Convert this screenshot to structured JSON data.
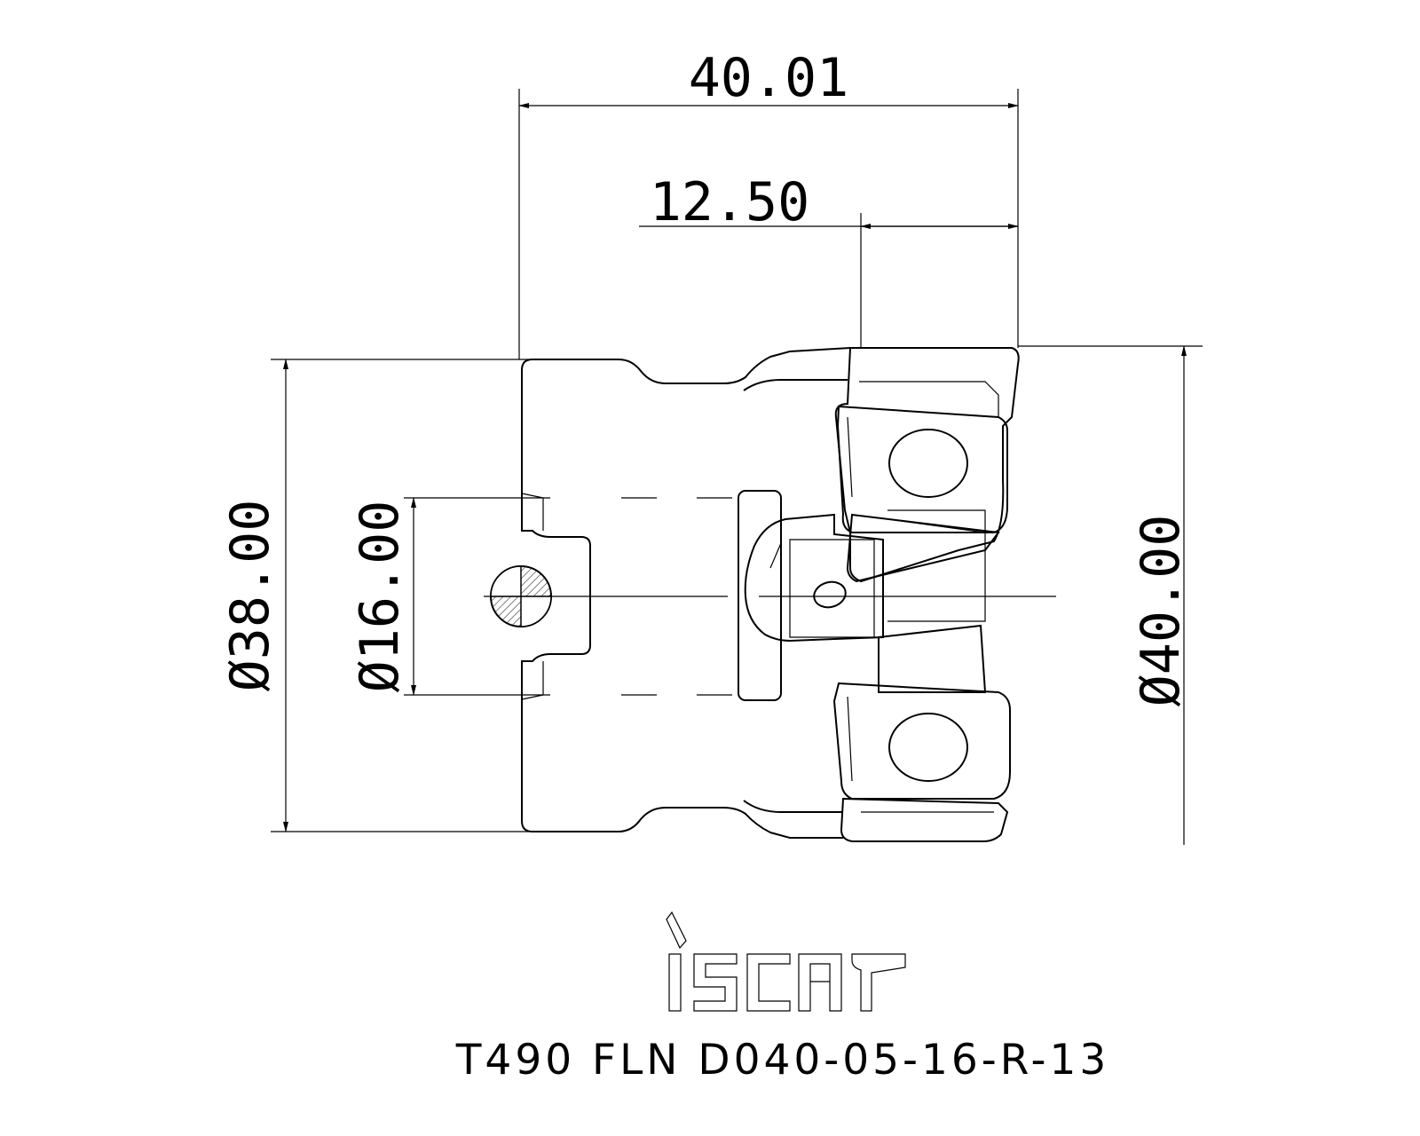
{
  "dimensions": {
    "overall_length": "40.01",
    "insert_length": "12.50",
    "body_diameter": "Ø38.00",
    "bore_diameter": "Ø16.00",
    "cutting_diameter": "Ø40.00"
  },
  "brand": {
    "logo_text": "iscar"
  },
  "designation": "T490 FLN D040-05-16-R-13"
}
